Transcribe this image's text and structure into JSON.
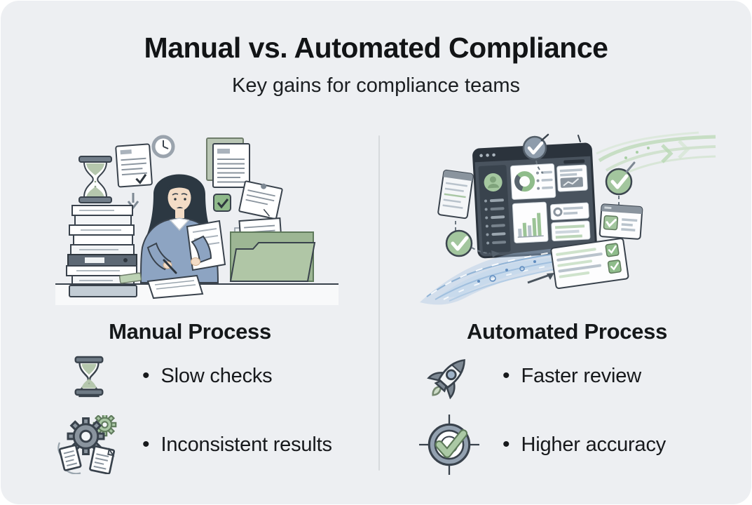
{
  "header": {
    "title": "Manual vs. Automated Compliance",
    "subtitle": "Key gains for compliance teams"
  },
  "bullet_char": "•",
  "manual": {
    "heading": "Manual Process",
    "illustration": "person-doing-manual-paperwork",
    "bullets": [
      {
        "icon": "hourglass-icon",
        "label": "Slow checks"
      },
      {
        "icon": "gears-and-documents-icon",
        "label": "Inconsistent results"
      }
    ]
  },
  "automated": {
    "heading": "Automated Process",
    "illustration": "automated-compliance-dashboard",
    "bullets": [
      {
        "icon": "rocket-icon",
        "label": "Faster review"
      },
      {
        "icon": "target-checkmark-icon",
        "label": "Higher accuracy"
      }
    ]
  },
  "colors": {
    "page_background": "#ffffff",
    "card_background": "#edeff2",
    "text": "#17191c",
    "divider": "#d7dadd",
    "accent_green": "#9ec79a",
    "accent_sage": "#b5c7ad",
    "slate_dark": "#39424c",
    "slate_mid": "#7d8893",
    "sweater_blue": "#8da4c2",
    "stream_blue": "#9dc0e2"
  }
}
